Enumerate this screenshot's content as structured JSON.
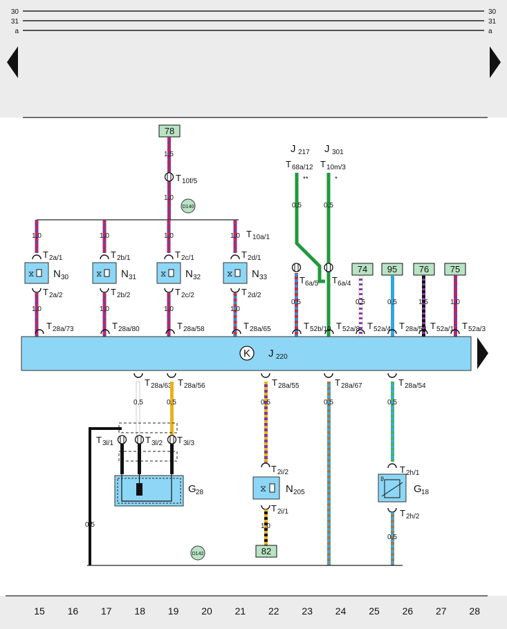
{
  "rails": {
    "r30": "30",
    "r31": "31",
    "ra": "a"
  },
  "cols": [
    "15",
    "16",
    "17",
    "18",
    "19",
    "20",
    "21",
    "22",
    "23",
    "24",
    "25",
    "26",
    "27",
    "28"
  ],
  "module": {
    "name": "J220",
    "name_main": "J",
    "name_sub": "220",
    "symbol": "K"
  },
  "refs": {
    "r78": "78",
    "r74": "74",
    "r95": "95",
    "r76": "76",
    "r75": "75",
    "r82": "82"
  },
  "splices": {
    "d140": "D140",
    "d142": "D142"
  },
  "wires": {
    "w15": "1,5",
    "w10": "1,0",
    "w05": "0,5"
  },
  "valves": {
    "n30": {
      "main": "N",
      "sub": "30",
      "t1m": "T",
      "t1s": "2a/1",
      "t2m": "T",
      "t2s": "2a/2"
    },
    "n31": {
      "main": "N",
      "sub": "31",
      "t1m": "T",
      "t1s": "2b/1",
      "t2m": "T",
      "t2s": "2b/2"
    },
    "n32": {
      "main": "N",
      "sub": "32",
      "t1m": "T",
      "t1s": "2c/1",
      "t2m": "T",
      "t2s": "2c/2"
    },
    "n33": {
      "main": "N",
      "sub": "33",
      "t1m": "T",
      "t1s": "2d/1",
      "t2m": "T",
      "t2s": "2d/2"
    },
    "n205": {
      "main": "N",
      "sub": "205",
      "t1m": "T",
      "t1s": "2i/2",
      "t2m": "T",
      "t2s": "2i/1"
    }
  },
  "sensors": {
    "g28": {
      "main": "G",
      "sub": "28"
    },
    "g18": {
      "main": "G",
      "sub": "18",
      "t1m": "T",
      "t1s": "2h/1",
      "t2m": "T",
      "t2s": "2h/2"
    }
  },
  "conn": {
    "t10f5": {
      "m": "T",
      "s": "10f/5"
    },
    "t10a1": {
      "m": "T",
      "s": "10a/1"
    },
    "t6a5": {
      "m": "T",
      "s": "6a/5"
    },
    "t6a4": {
      "m": "T",
      "s": "6a/4"
    },
    "t3l1": {
      "m": "T",
      "s": "3l/1"
    },
    "t3l2": {
      "m": "T",
      "s": "3l/2"
    },
    "t3l3": {
      "m": "T",
      "s": "3l/3"
    },
    "p28a73": {
      "m": "T",
      "s": "28a/73"
    },
    "p28a80": {
      "m": "T",
      "s": "28a/80"
    },
    "p28a58": {
      "m": "T",
      "s": "28a/58"
    },
    "p28a65": {
      "m": "T",
      "s": "28a/65"
    },
    "p52b10": {
      "m": "T",
      "s": "52b/10"
    },
    "p52a8": {
      "m": "T",
      "s": "52a/8"
    },
    "p52a4": {
      "m": "T",
      "s": "52a/4"
    },
    "p28a53": {
      "m": "T",
      "s": "28a/53"
    },
    "p52a1": {
      "m": "T",
      "s": "52a/1"
    },
    "p52a3": {
      "m": "T",
      "s": "52a/3"
    },
    "p28a63": {
      "m": "T",
      "s": "28a/63"
    },
    "p28a56": {
      "m": "T",
      "s": "28a/56"
    },
    "p28a55": {
      "m": "T",
      "s": "28a/55"
    },
    "p28a67": {
      "m": "T",
      "s": "28a/67"
    },
    "p28a54": {
      "m": "T",
      "s": "28a/54"
    }
  },
  "relays": {
    "j217": {
      "m": "J",
      "s": "217",
      "pm": "T",
      "ps": "68a/12",
      "mark": "**"
    },
    "j301": {
      "m": "J",
      "s": "301",
      "pm": "T",
      "ps": "10m/3",
      "mark": "*"
    }
  },
  "colors": {
    "module_fill": "#8ed6f5",
    "component_fill": "#8ed6f5",
    "ref_fill": "#b9e3c4",
    "band": "#ececec",
    "wire_green": "#1f9a3c"
  }
}
